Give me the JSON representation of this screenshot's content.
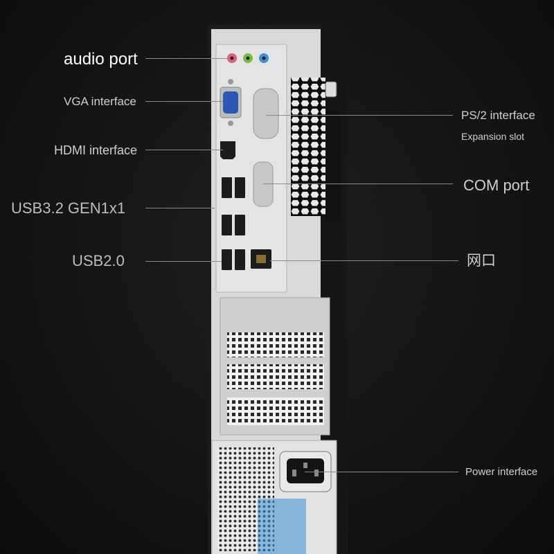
{
  "labels": {
    "audio_port": "audio port",
    "vga_interface": "VGA interface",
    "hdmi_interface": "HDMI interface",
    "usb32": "USB3.2 GEN1x1",
    "usb20": "USB2.0",
    "ps2_interface": "PS/2 interface",
    "expansion_slot": "Expansion slot",
    "com_port": "COM port",
    "network_port": "网口",
    "power_interface": "Power interface"
  },
  "colors": {
    "background": "#141414",
    "chassis": "#dedede",
    "chassis_dark": "#1c1c1c",
    "label_text": "#cfcfcf",
    "audio_pink": "#d9627f",
    "audio_green": "#7dbb3d",
    "audio_blue": "#3f8fd1",
    "vga_blue": "#2c58b3",
    "fan_blue": "#3a8fd6"
  }
}
